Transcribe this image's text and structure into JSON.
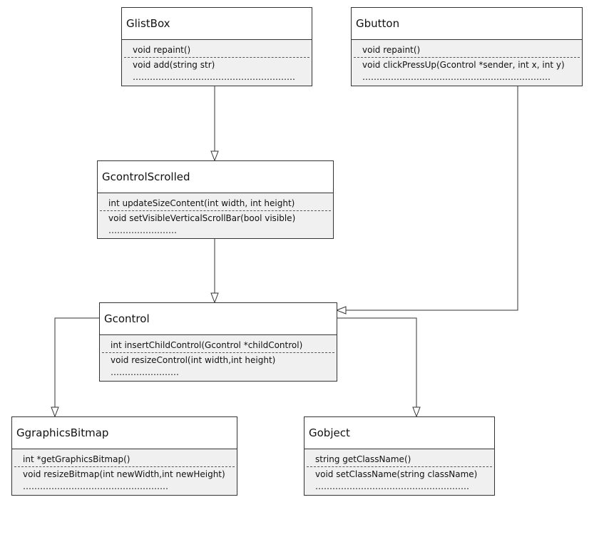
{
  "classes": {
    "glistbox": {
      "name": "GlistBox",
      "methods": [
        "void repaint()",
        "void add(string str)",
        "…………………………………………………"
      ]
    },
    "gbutton": {
      "name": "Gbutton",
      "methods": [
        "void repaint()",
        "void clickPressUp(Gcontrol *sender, int x, int y)",
        "…………………………………………………………"
      ]
    },
    "gcontrolscrolled": {
      "name": "GcontrolScrolled",
      "methods": [
        "int updateSizeContent(int width, int height)",
        "void setVisibleVerticalScrollBar(bool visible)",
        "……………………"
      ]
    },
    "gcontrol": {
      "name": "Gcontrol",
      "methods": [
        "int insertChildControl(Gcontrol *childControl)",
        "void resizeControl(int width,int height)",
        "……………………"
      ]
    },
    "ggraphicsbitmap": {
      "name": "GgraphicsBitmap",
      "methods": [
        "int *getGraphicsBitmap()",
        "void resizeBitmap(int newWidth,int newHeight)",
        "……………………………………………"
      ]
    },
    "gobject": {
      "name": "Gobject",
      "methods": [
        "string getClassName()",
        "void setClassName(string className)",
        "………………………………………………"
      ]
    }
  },
  "relationships": [
    {
      "from": "GlistBox",
      "to": "GcontrolScrolled",
      "type": "inheritance"
    },
    {
      "from": "GcontrolScrolled",
      "to": "Gcontrol",
      "type": "inheritance"
    },
    {
      "from": "Gbutton",
      "to": "Gcontrol",
      "type": "inheritance"
    },
    {
      "from": "Gcontrol",
      "to": "GgraphicsBitmap",
      "type": "inheritance"
    },
    {
      "from": "Gcontrol",
      "to": "Gobject",
      "type": "inheritance"
    }
  ],
  "colors": {
    "line": "#333333",
    "box_body": "#f0f0f0",
    "box_header": "#ffffff"
  }
}
